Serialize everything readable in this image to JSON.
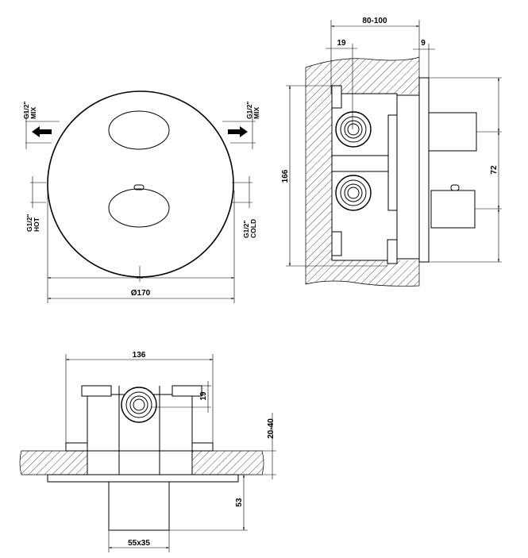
{
  "front_view": {
    "mix_left": {
      "line1": "G1/2\"",
      "line2": "MIX"
    },
    "mix_right": {
      "line1": "G1/2\"",
      "line2": "MIX"
    },
    "hot": {
      "line1": "G1/2\"",
      "line2": "HOT"
    },
    "cold": {
      "line1": "G1/2\"",
      "line2": "COLD"
    },
    "diameter": "Ø170"
  },
  "side_view": {
    "depth": "80-100",
    "inlet_offset": "19",
    "plate_thickness": "9",
    "height": "166",
    "handle_spacing": "72"
  },
  "bottom_view": {
    "width": "136",
    "inlet_offset": "19",
    "wall_range": "20-40",
    "handle_projection": "53",
    "handle_size": "55x35"
  }
}
